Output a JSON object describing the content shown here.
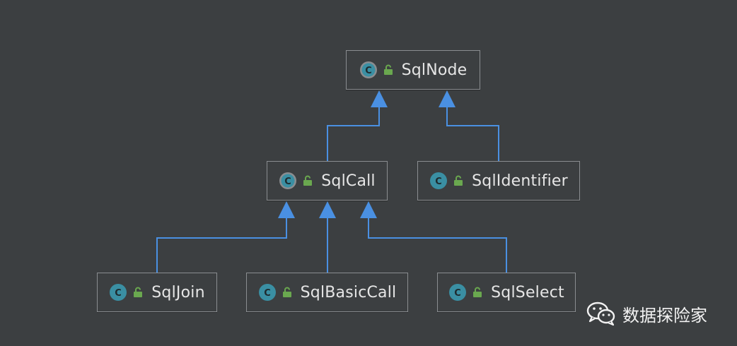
{
  "diagram": {
    "nodes": [
      {
        "id": "sqlnode",
        "label": "SqlNode",
        "kind": "abstract-class"
      },
      {
        "id": "sqlcall",
        "label": "SqlCall",
        "kind": "abstract-class"
      },
      {
        "id": "sqlidentifier",
        "label": "SqlIdentifier",
        "kind": "class"
      },
      {
        "id": "sqljoin",
        "label": "SqlJoin",
        "kind": "class"
      },
      {
        "id": "sqlbasiccall",
        "label": "SqlBasicCall",
        "kind": "class"
      },
      {
        "id": "sqlselect",
        "label": "SqlSelect",
        "kind": "class"
      }
    ],
    "edges": [
      {
        "from": "sqlcall",
        "to": "sqlnode",
        "type": "inheritance"
      },
      {
        "from": "sqlidentifier",
        "to": "sqlnode",
        "type": "inheritance"
      },
      {
        "from": "sqljoin",
        "to": "sqlcall",
        "type": "inheritance"
      },
      {
        "from": "sqlbasiccall",
        "to": "sqlcall",
        "type": "inheritance"
      },
      {
        "from": "sqlselect",
        "to": "sqlcall",
        "type": "inheritance"
      }
    ],
    "icon_letter": "C"
  },
  "watermark": {
    "text": "数据探险家",
    "icon": "wechat-icon"
  },
  "colors": {
    "background": "#3c3f41",
    "edge": "#4a90e2",
    "class_icon": "#3a8fa3",
    "lock_icon": "#6aa84f",
    "text": "#e6e6e6"
  }
}
